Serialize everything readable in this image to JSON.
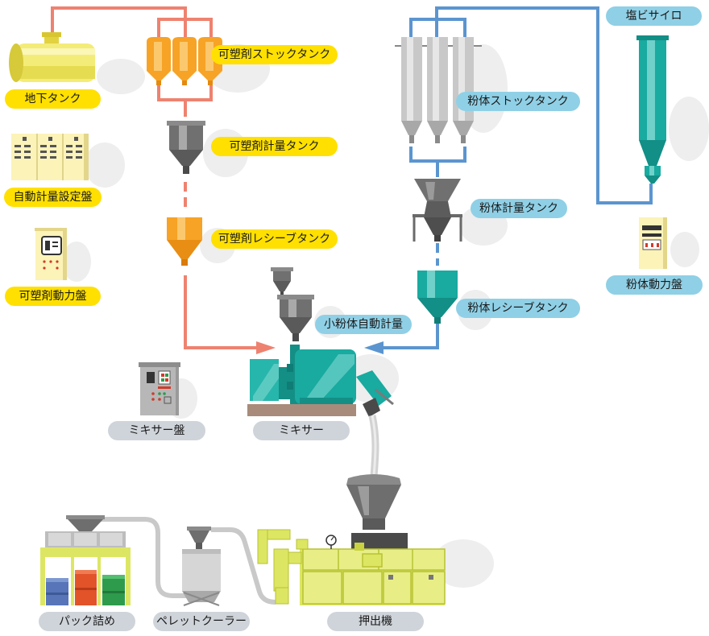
{
  "labels": {
    "underground_tank": "地下タンク",
    "auto_weighing_panel": "自動計量設定盤",
    "plasticizer_power_panel": "可塑剤動力盤",
    "plasticizer_stock_tank": "可塑剤ストックタンク",
    "plasticizer_weighing_tank": "可塑剤計量タンク",
    "plasticizer_receive_tank": "可塑剤レシーブタンク",
    "small_powder_auto_weighing": "小粉体自動計量",
    "pvc_silo": "塩ビサイロ",
    "powder_stock_tank": "粉体ストックタンク",
    "powder_weighing_tank": "粉体計量タンク",
    "powder_power_panel": "粉体動力盤",
    "powder_receive_tank": "粉体レシーブタンク",
    "mixer_panel": "ミキサー盤",
    "mixer": "ミキサー",
    "packing": "パック詰め",
    "pellet_cooler": "ペレットクーラー",
    "extruder": "押出機"
  },
  "colors": {
    "plasticizer_line": "#ee8270",
    "powder_line": "#5b95cf",
    "yellow_label": "#ffe000",
    "blue_label": "#8fd0e6",
    "gray_label": "#cfd4da",
    "teal_equipment": "#19aaa0",
    "orange_equipment": "#f7a326",
    "lime_equipment": "#dde663"
  }
}
